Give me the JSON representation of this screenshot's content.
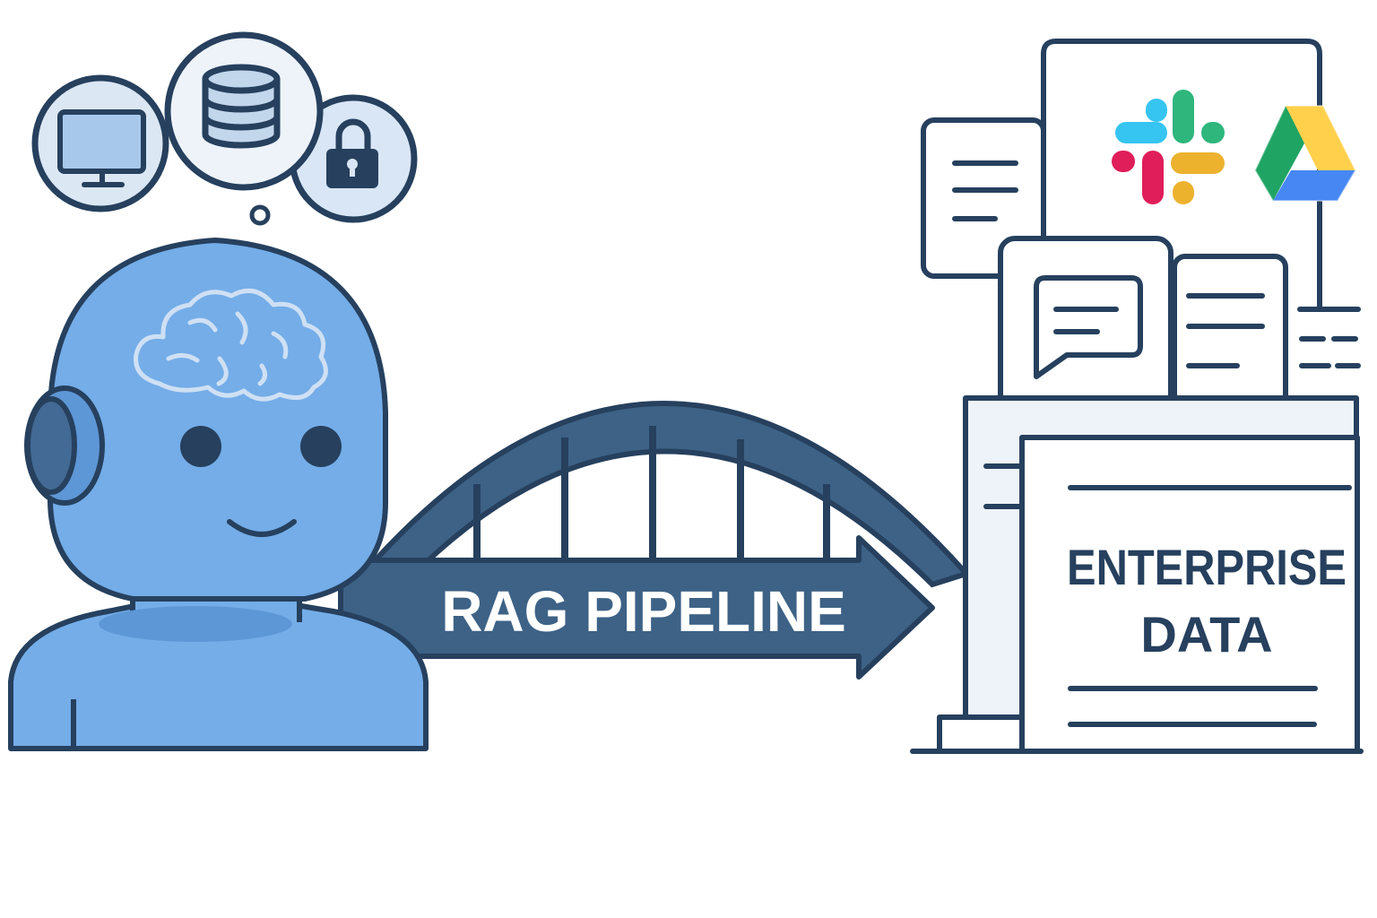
{
  "pipeline": {
    "label": "RAG PIPELINE"
  },
  "enterprise": {
    "line1": "ENTERPRISE",
    "line2": "DATA"
  },
  "thought_icons": [
    "monitor-icon",
    "database-icon",
    "lock-icon"
  ],
  "source_logos": [
    "slack-logo",
    "google-drive-logo"
  ],
  "colors": {
    "outline": "#26405e",
    "robot_body": "#74ade8",
    "robot_shade": "#5e97d6",
    "bridge": "#3d6286",
    "bubble_fill": "#d9e6f5",
    "panel_light": "#eef3fa",
    "slack_blue": "#36c5f0",
    "slack_green": "#2eb67d",
    "slack_red": "#e01e5a",
    "slack_yellow": "#ecb22e",
    "drive_green": "#1fa463",
    "drive_yellow": "#ffd04b",
    "drive_blue": "#4687f4"
  }
}
